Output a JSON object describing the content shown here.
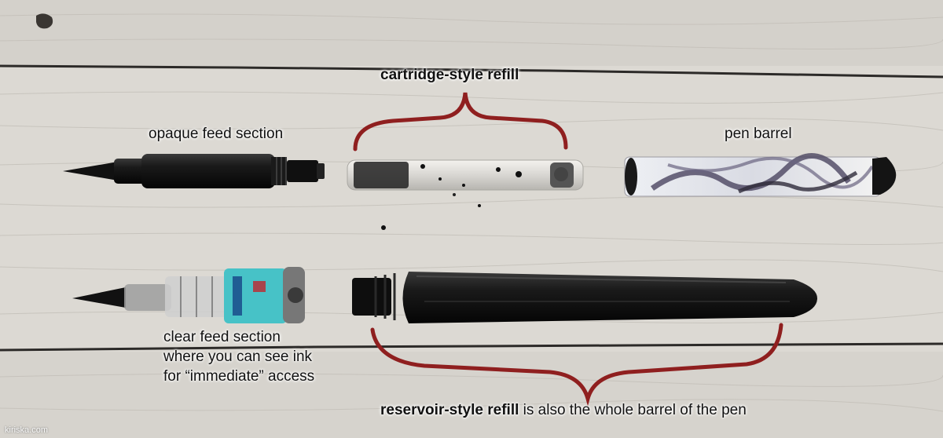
{
  "labels": {
    "opaque_feed": "opaque feed section",
    "cartridge_refill": "cartridge-style refill",
    "pen_barrel": "pen barrel",
    "clear_feed_line1": "clear feed section",
    "clear_feed_line2": "where you can see ink",
    "clear_feed_line3": "for “immediate” access",
    "reservoir_bold": "reservoir-style refill",
    "reservoir_rest": " is also the whole barrel of the pen"
  },
  "watermark": "kiriska.com",
  "colors": {
    "wood": "#d9d6d0",
    "wood_dark": "#bdb8b0",
    "crack": "#2c2a28",
    "bracket": "#8f1f1f",
    "pen_black": "#141414",
    "label_ink": "#111111"
  }
}
